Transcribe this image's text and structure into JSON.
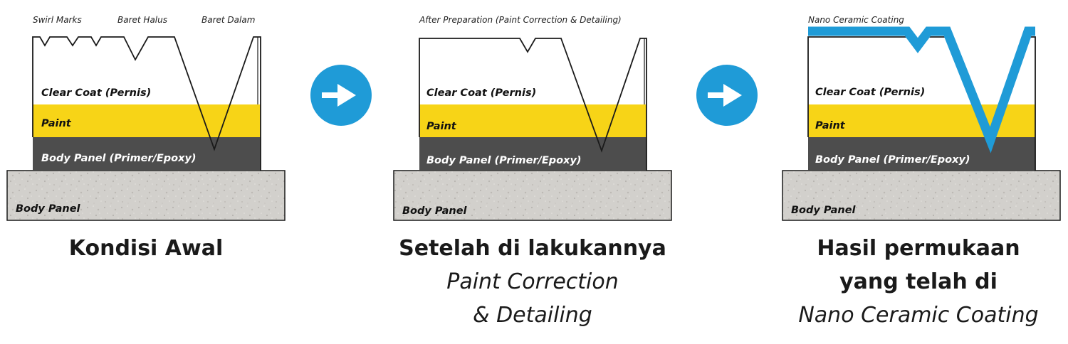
{
  "colors": {
    "clear_coat": "#ffffff",
    "paint": "#f7d417",
    "body_panel_primer": "#4d4d4d",
    "body_panel_base": "#d2d0cc",
    "arrow_circle": "#1f9bd7",
    "nano_coating": "#1f9bd7",
    "outline": "#1a1a1a"
  },
  "icons": {
    "arrow_1": "arrow-right-icon",
    "arrow_2": "arrow-right-icon"
  },
  "panel1": {
    "top_labels": {
      "swirl": "Swirl Marks",
      "halus": "Baret Halus",
      "dalam": "Baret Dalam"
    },
    "layers": {
      "clear_coat": "Clear Coat (Pernis)",
      "paint": "Paint",
      "primer": "Body Panel (Primer/Epoxy)",
      "base": "Body Panel"
    },
    "caption": {
      "line1": "Kondisi Awal"
    }
  },
  "panel2": {
    "top_label": "After Preparation (Paint Correction & Detailing)",
    "layers": {
      "clear_coat": "Clear Coat (Pernis)",
      "paint": "Paint",
      "primer": "Body Panel (Primer/Epoxy)",
      "base": "Body Panel"
    },
    "caption": {
      "line1": "Setelah di lakukannya",
      "line2": "Paint Correction",
      "line3": "& Detailing"
    }
  },
  "panel3": {
    "top_label": "Nano Ceramic Coating",
    "layers": {
      "clear_coat": "Clear Coat (Pernis)",
      "paint": "Paint",
      "primer": "Body Panel (Primer/Epoxy)",
      "base": "Body Panel"
    },
    "caption": {
      "line1": "Hasil permukaan",
      "line2": "yang telah di",
      "line3": "Nano Ceramic Coating"
    }
  }
}
